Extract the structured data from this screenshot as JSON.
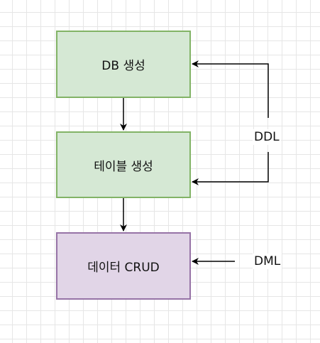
{
  "nodes": {
    "db_create": "DB 생성",
    "table_create": "테이블 생성",
    "data_crud": "데이터 CRUD"
  },
  "labels": {
    "ddl": "DDL",
    "dml": "DML"
  },
  "colors": {
    "green_fill": "#d5e8d4",
    "green_border": "#82b366",
    "purple_fill": "#e1d5e7",
    "purple_border": "#9673a6",
    "line": "#000000",
    "grid": "#e6e6e6"
  }
}
